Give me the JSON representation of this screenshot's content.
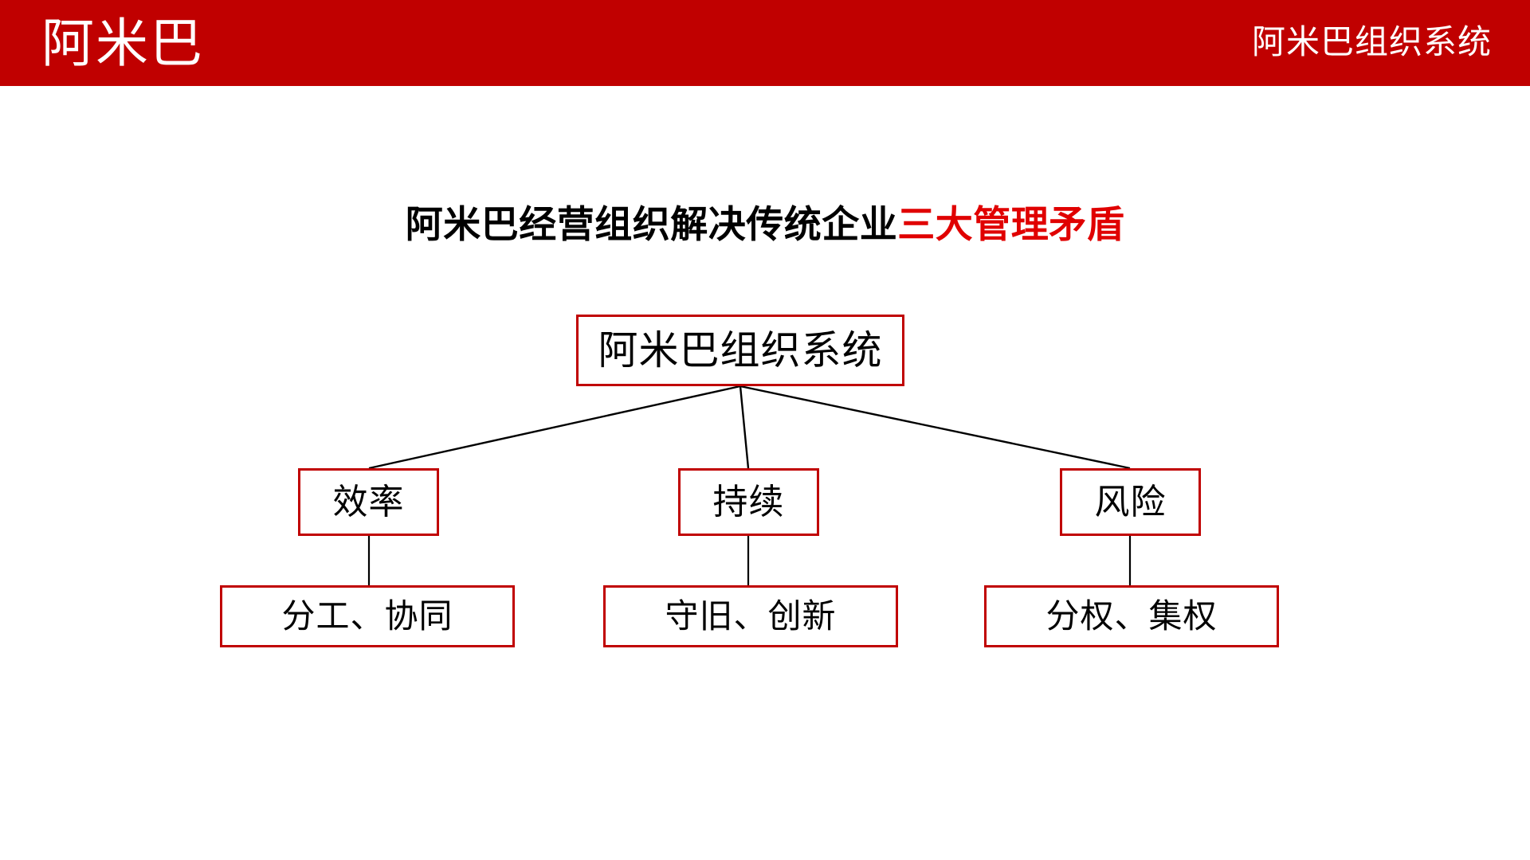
{
  "header": {
    "logo": "阿米巴",
    "right_title": "阿米巴组织系统",
    "background_color": "#C00000",
    "text_color": "#FFFFFF"
  },
  "slide": {
    "title_black_part": "阿米巴经营组织解决传统企业",
    "title_red_part": "三大管理矛盾",
    "title_full": "阿米巴经营组织解决传统企业三大管理矛盾",
    "accent_color": "#C00000",
    "title_highlight_color": "#E00000",
    "background_color": "#FFFFFF"
  },
  "diagram": {
    "type": "tree",
    "box_border_color": "#C00000",
    "box_text_color": "#000000",
    "connector_color": "#000000",
    "root": {
      "id": "root",
      "label": "阿米巴组织系统"
    },
    "branches": [
      {
        "id": "efficiency",
        "level2_label": "效率",
        "level3_label": "分工、协同"
      },
      {
        "id": "sustain",
        "level2_label": "持续",
        "level3_label": "守旧、创新"
      },
      {
        "id": "risk",
        "level2_label": "风险",
        "level3_label": "分权、集权"
      }
    ]
  }
}
